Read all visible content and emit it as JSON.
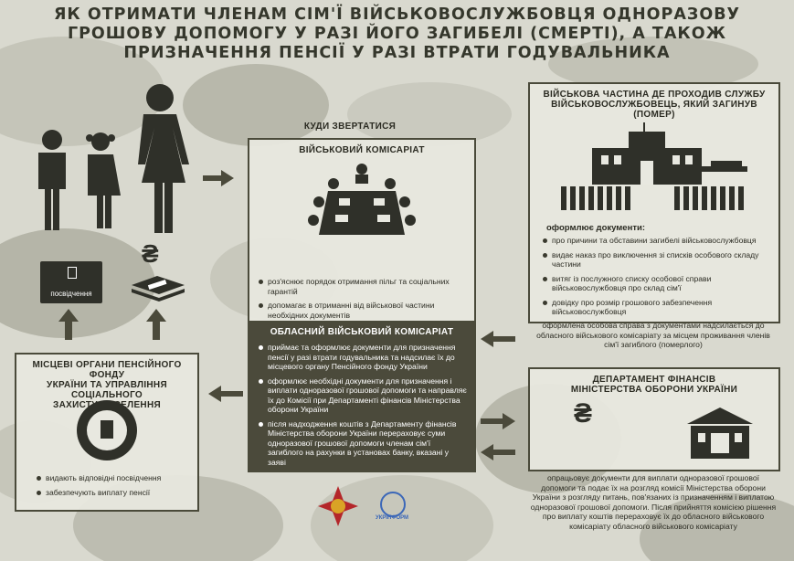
{
  "title_lines": [
    "Як отримати членам сім'ї військовослужбовця одноразову",
    "грошову допомогу у разі його загибелі (смерті), а також",
    "призначення пенсії у разі втрати годувальника"
  ],
  "where_to_apply": "Куди звертатися",
  "commissariat": {
    "header": "Військовий комісаріат",
    "items": [
      "роз'яснює порядок отримання пільг та соціальних гарантій",
      "допомагає в отриманні від військової частини необхідних документів"
    ]
  },
  "oblast": {
    "header": "Обласний військовий комісаріат",
    "items": [
      "приймає та оформлює документи для призначення пенсії у разі втрати годувальника та надсилає їх до місцевого органу Пенсійного фонду України",
      "оформлює необхідні документи для призначення і виплати одноразової грошової допомоги та направляє їх до Комісії при Департаменті фінансів Міністерства оборони України",
      "після надходження коштів з Департаменту фінансів Міністерства оборони України перераховує суми одноразової грошової допомоги членам сім'ї загиблого на рахунки в установах банку, вказані у заяві"
    ]
  },
  "unit": {
    "header_lines": [
      "Військова частина де проходив службу",
      "військовослужбовець, який загинув (помер)"
    ],
    "subheader": "оформлює документи:",
    "items": [
      "про причини та обставини загибелі військовослужбовця",
      "видає наказ про виключення зі списків особового складу частини",
      "витяг із послужного списку особової справи військовослужбовця про склад сім'ї",
      "довідку про розмір грошового забезпечення військовослужбовця"
    ],
    "footer": "оформлена особова справа з документами надсилається до обласного військового комісаріату за місцем проживання членів сім'ї загиблого (померлого)"
  },
  "pension": {
    "header_lines": [
      "Місцеві органи Пенсійного фонду",
      "України та управління соціального",
      "захисту населення"
    ],
    "items": [
      "видають відповідні посвідчення",
      "забезпечують виплату пенсії"
    ]
  },
  "finance": {
    "header_lines": [
      "Департамент фінансів",
      "Міністерства оборони України"
    ],
    "footer": "опрацьовує документи для виплати одноразової грошової допомоги та подає їх на розгляд комісії Міністерства оборони України з розгляду питань, пов'язаних із призначенням і виплатою одноразової грошової допомоги. Після прийняття комісією рішення про виплату коштів перераховує їх до обласного військового комісаріату обласного військового комісаріату"
  },
  "certificate_label": "посвідчення",
  "hryvnia_symbol": "₴",
  "bottom_logo_text": "УКРІНФОРМ",
  "colors": {
    "olive_dark": "#4b4a3b",
    "camo_light": "#e4e4dc",
    "camo_mid": "#c9c9be",
    "camo_dark": "#aeaea2",
    "gold": "#d9a326",
    "red": "#b4262a"
  }
}
